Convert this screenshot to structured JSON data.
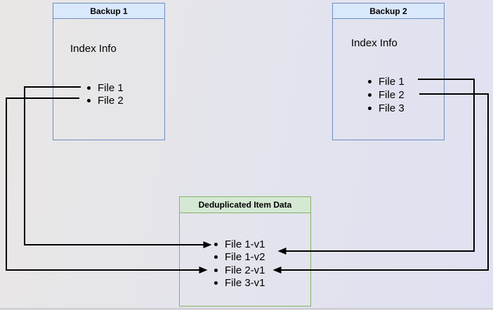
{
  "backup1": {
    "title": "Backup 1",
    "index_label": "Index Info",
    "files": [
      "File 1",
      "File 2"
    ]
  },
  "backup2": {
    "title": "Backup 2",
    "index_label": "Index Info",
    "files": [
      "File 1",
      "File 2",
      "File 3"
    ]
  },
  "dedup": {
    "title": "Deduplicated Item Data",
    "items": [
      "File 1-v1",
      "File 1-v2",
      "File 2-v1",
      "File 3-v1"
    ]
  },
  "connections": [
    {
      "from": "Backup 1 / File 1",
      "to": "File 1-v1"
    },
    {
      "from": "Backup 1 / File 2",
      "to": "File 2-v1"
    },
    {
      "from": "Backup 2 / File 1",
      "to": "File 1-v2"
    },
    {
      "from": "Backup 2 / File 2",
      "to": "File 2-v1"
    }
  ],
  "colors": {
    "backup_header_fill": "#dae8fc",
    "backup_border": "#6c8ebf",
    "dedup_header_fill": "#d5e8d4",
    "dedup_border": "#82b366",
    "arrow": "#000000"
  }
}
